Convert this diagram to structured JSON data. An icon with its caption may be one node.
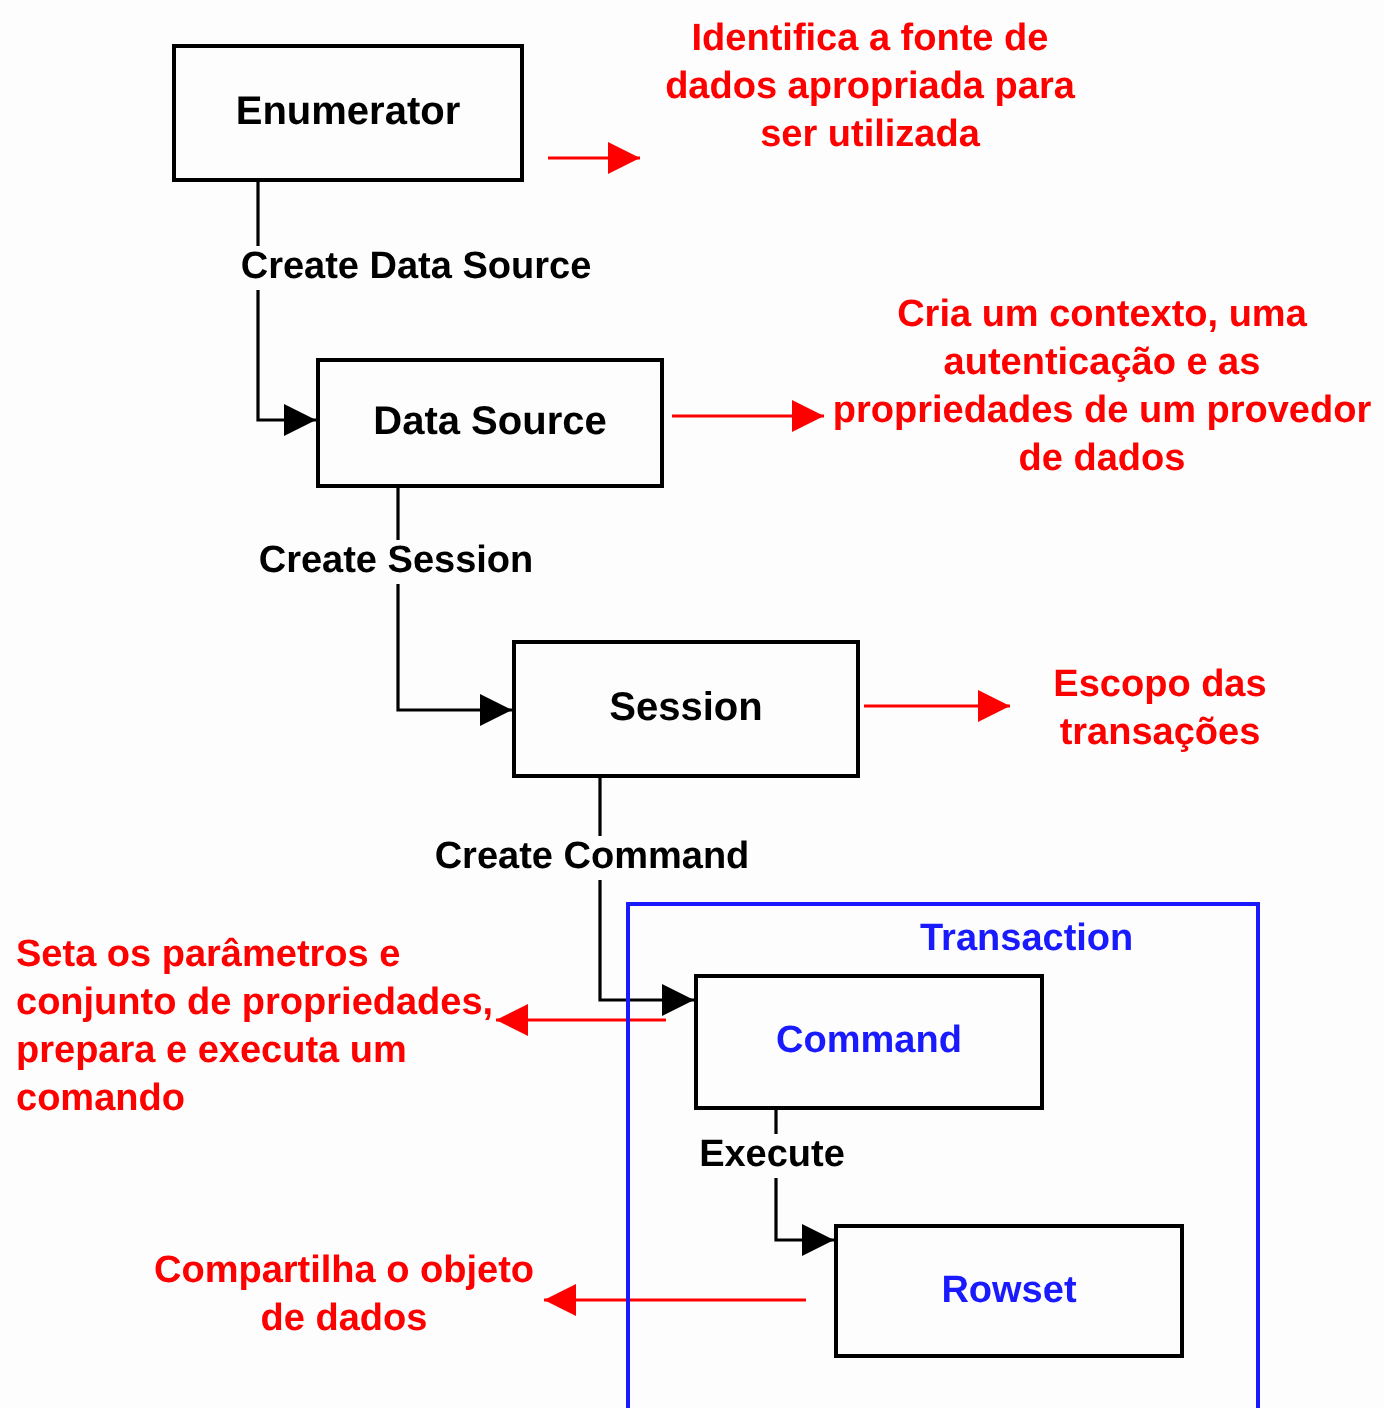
{
  "diagram": {
    "nodes": [
      {
        "text": [
          "Enumerator"
        ]
      },
      {
        "text": [
          "Data Source"
        ]
      },
      {
        "text": [
          "Session"
        ]
      },
      {
        "text": [
          "Transaction"
        ]
      },
      {
        "text": [
          "Command"
        ],
        "in": 3
      },
      {
        "text": [
          "Rowset"
        ],
        "in": 3
      },
      {
        "text": [
          "Identifica a fonte de dados apropriada para ser utilizada"
        ]
      },
      {
        "text": [
          "Cria um contexto, uma autenticação e as propriedades de um provedor de dados"
        ]
      },
      {
        "text": [
          "Escopo das transações"
        ]
      },
      {
        "text": [
          "Seta os parâmetros e conjunto de propriedades, prepara e executa um comando"
        ]
      },
      {
        "text": [
          "Compartilha o objeto de dados"
        ]
      }
    ],
    "edges": [
      {
        "from": 0,
        "to": 1,
        "arrow": "to",
        "label": "Create Data Source",
        "color": "#000000"
      },
      {
        "from": 1,
        "to": 2,
        "arrow": "to",
        "label": "Create Session",
        "color": "#000000"
      },
      {
        "from": 2,
        "to": 4,
        "arrow": "to",
        "label": "Create Command",
        "color": "#000000"
      },
      {
        "from": 4,
        "to": 5,
        "arrow": "to",
        "label": "Execute",
        "color": "#000000"
      },
      {
        "from": 0,
        "to": 6,
        "arrow": "to",
        "color": "#ff0000"
      },
      {
        "from": 1,
        "to": 7,
        "arrow": "to",
        "color": "#ff0000"
      },
      {
        "from": 2,
        "to": 8,
        "arrow": "to",
        "color": "#ff0000"
      },
      {
        "from": 4,
        "to": 9,
        "arrow": "to",
        "color": "#ff0000"
      },
      {
        "from": 5,
        "to": 10,
        "arrow": "to",
        "color": "#ff0000"
      }
    ]
  }
}
